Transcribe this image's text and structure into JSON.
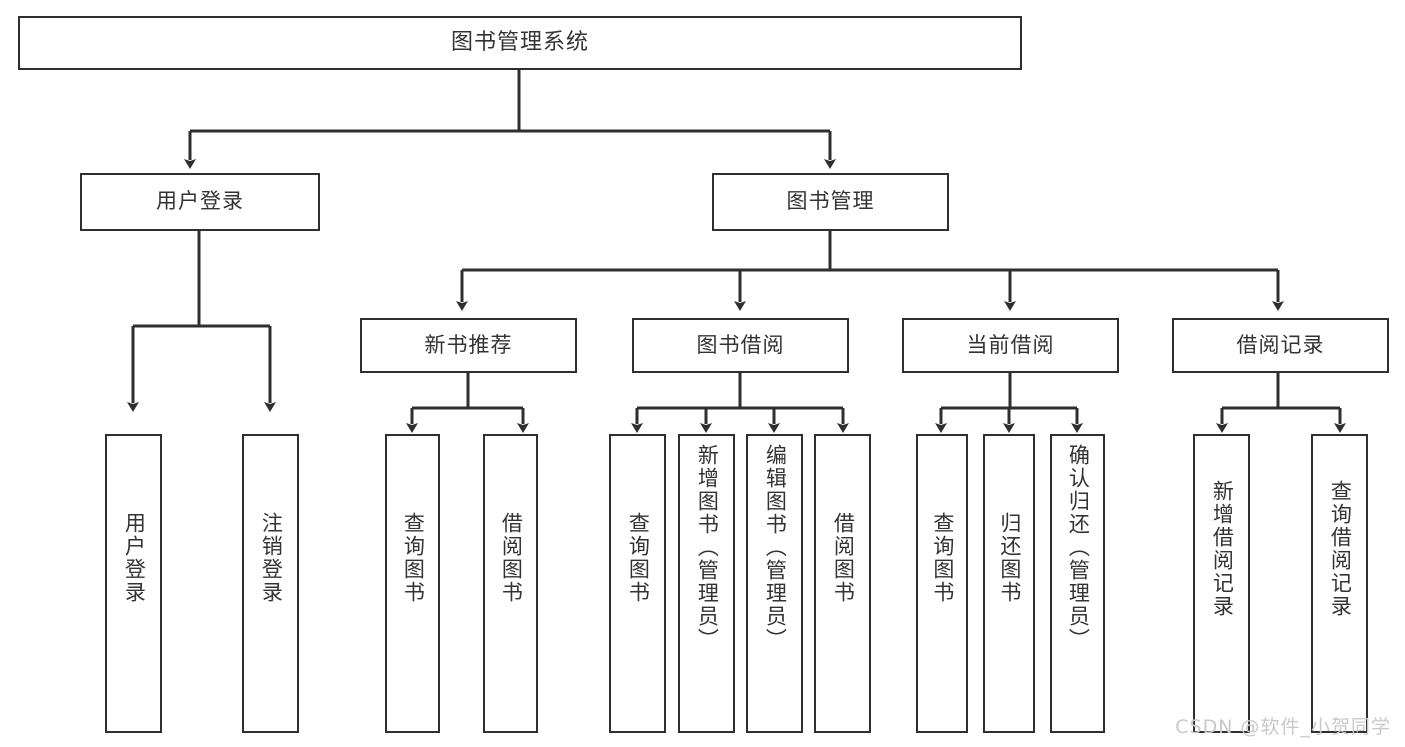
{
  "diagram": {
    "title": "图书管理系统",
    "type": "tree",
    "watermark": "CSDN @软件_小贺同学",
    "colors": {
      "border": "#2f2f2f",
      "text": "#333333",
      "background": "#ffffff",
      "connector": "#2f2f2f",
      "watermark": "#c9c9c9"
    },
    "levels": {
      "root": {
        "label": "图书管理系统"
      },
      "level2": [
        {
          "label": "用户登录"
        },
        {
          "label": "图书管理"
        }
      ],
      "level3": [
        {
          "label": "新书推荐"
        },
        {
          "label": "图书借阅"
        },
        {
          "label": "当前借阅"
        },
        {
          "label": "借阅记录"
        }
      ],
      "level4": [
        {
          "label": "用户登录",
          "parent": "用户登录"
        },
        {
          "label": "注销登录",
          "parent": "用户登录"
        },
        {
          "label": "查询图书",
          "parent": "新书推荐"
        },
        {
          "label": "借阅图书",
          "parent": "新书推荐"
        },
        {
          "label": "查询图书",
          "parent": "图书借阅"
        },
        {
          "label": "新增图书（管理员）",
          "parent": "图书借阅"
        },
        {
          "label": "编辑图书（管理员）",
          "parent": "图书借阅"
        },
        {
          "label": "借阅图书",
          "parent": "图书借阅"
        },
        {
          "label": "查询图书",
          "parent": "当前借阅"
        },
        {
          "label": "归还图书",
          "parent": "当前借阅"
        },
        {
          "label": "确认归还（管理员）",
          "parent": "当前借阅"
        },
        {
          "label": "新增借阅记录",
          "parent": "借阅记录"
        },
        {
          "label": "查询借阅记录",
          "parent": "借阅记录"
        }
      ]
    }
  }
}
